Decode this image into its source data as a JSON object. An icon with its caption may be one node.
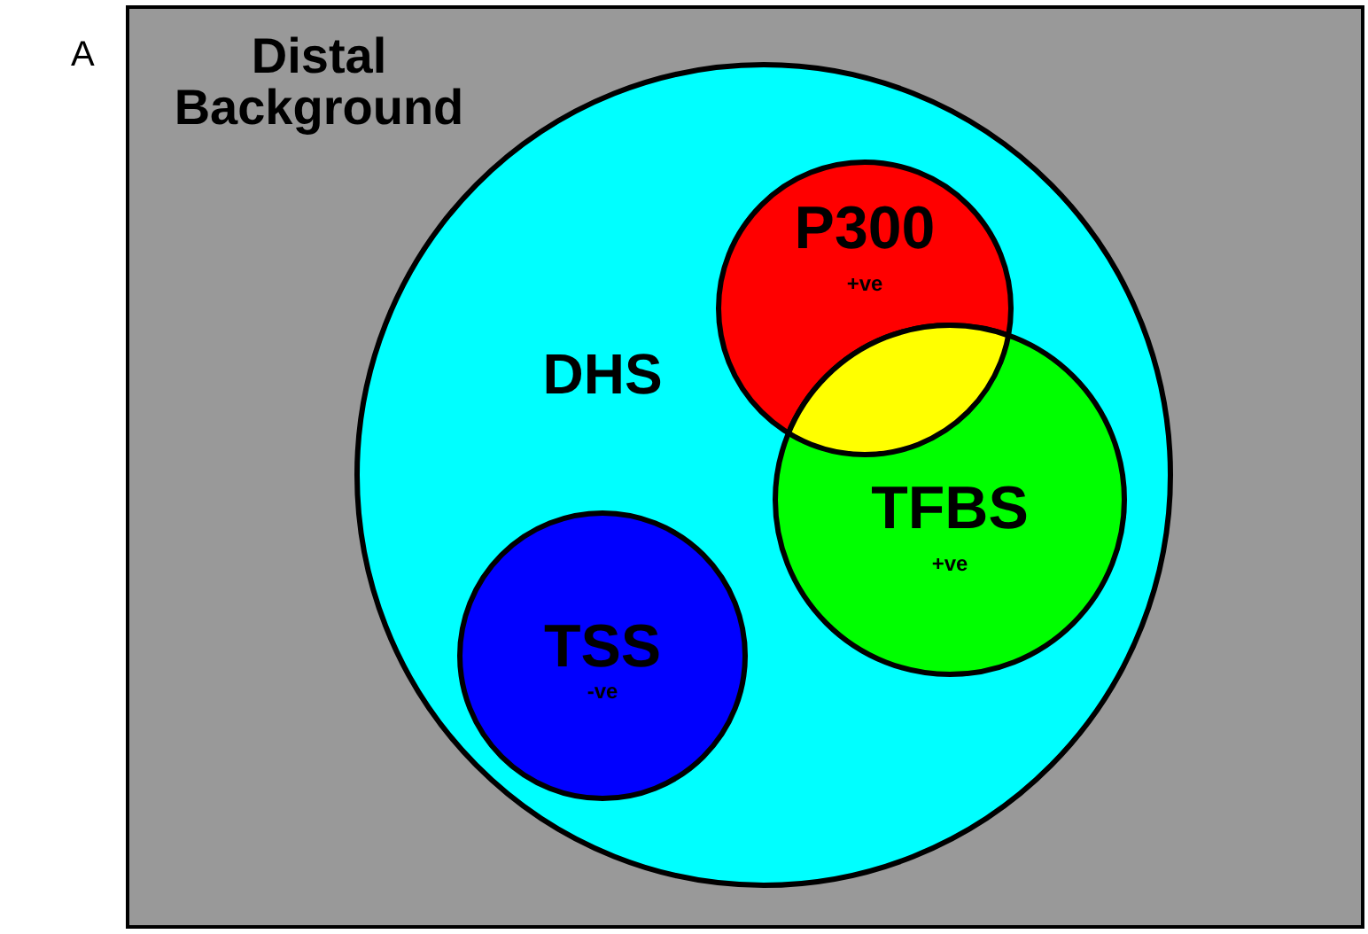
{
  "diagram": {
    "nodes": [
      {
        "text": [
          "Distal Background"
        ]
      },
      {
        "text": [
          "DHS"
        ],
        "in": 0
      },
      {
        "text": [
          "P300",
          "+ve"
        ],
        "in": 1
      },
      {
        "text": [
          "TFBS",
          "+ve"
        ],
        "in": 1
      },
      {
        "text": [
          "TSS",
          "-ve"
        ],
        "in": 1
      }
    ],
    "edges": [],
    "labels": [
      "A"
    ]
  }
}
